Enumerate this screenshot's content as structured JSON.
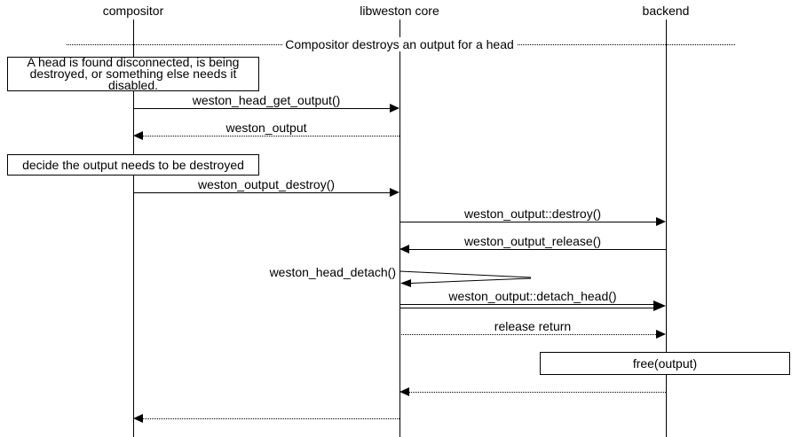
{
  "separator": {
    "label": "Compositor destroys an output for a head"
  },
  "actors": [
    {
      "label": "compositor"
    },
    {
      "label": "libweston core"
    },
    {
      "label": "backend"
    }
  ],
  "notes": [
    {
      "text": "A head is found disconnected, is being destroyed, or something else needs it disabled."
    },
    {
      "text": "decide the output needs to be destroyed"
    },
    {
      "text": "free(output)"
    }
  ],
  "messages": [
    {
      "label": "weston_head_get_output()",
      "from": "compositor",
      "to": "libweston core",
      "style": "solid"
    },
    {
      "label": "weston_output",
      "from": "libweston core",
      "to": "compositor",
      "style": "dotted"
    },
    {
      "label": "weston_output_destroy()",
      "from": "compositor",
      "to": "libweston core",
      "style": "solid"
    },
    {
      "label": "weston_output::destroy()",
      "from": "libweston core",
      "to": "backend",
      "style": "solid"
    },
    {
      "label": "weston_output_release()",
      "from": "backend",
      "to": "libweston core",
      "style": "solid"
    },
    {
      "label": "weston_head_detach()",
      "from": "libweston core",
      "to": "libweston core",
      "style": "self"
    },
    {
      "label": "weston_output::detach_head()",
      "from": "libweston core",
      "to": "backend",
      "style": "solid-double"
    },
    {
      "label": "release return",
      "from": "libweston core",
      "to": "backend",
      "style": "dotted"
    },
    {
      "label": "",
      "from": "backend",
      "to": "libweston core",
      "style": "dotted"
    },
    {
      "label": "",
      "from": "libweston core",
      "to": "compositor",
      "style": "dotted"
    }
  ],
  "colors": {
    "line": "#000000",
    "background": "#ffffff"
  }
}
